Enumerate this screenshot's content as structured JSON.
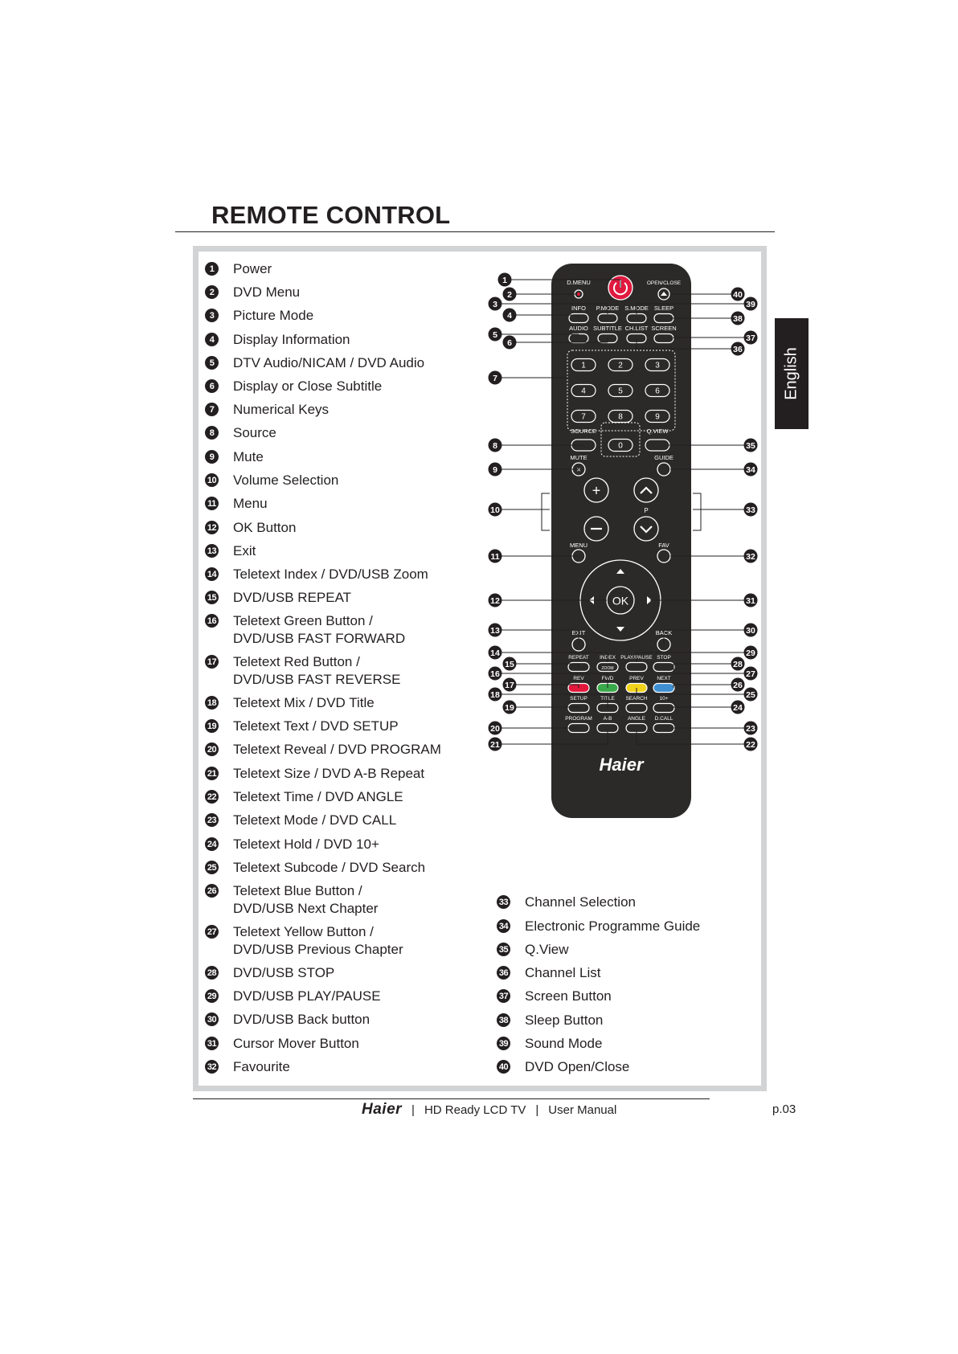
{
  "section_title": "REMOTE CONTROL",
  "language_tab": "English",
  "items_left": [
    {
      "n": "1",
      "lines": [
        "Power"
      ]
    },
    {
      "n": "2",
      "lines": [
        "DVD Menu"
      ]
    },
    {
      "n": "3",
      "lines": [
        "Picture Mode"
      ]
    },
    {
      "n": "4",
      "lines": [
        "Display Information"
      ]
    },
    {
      "n": "5",
      "lines": [
        "DTV Audio/NICAM / DVD Audio"
      ]
    },
    {
      "n": "6",
      "lines": [
        "Display or Close Subtitle"
      ]
    },
    {
      "n": "7",
      "lines": [
        "Numerical Keys"
      ]
    },
    {
      "n": "8",
      "lines": [
        "Source"
      ]
    },
    {
      "n": "9",
      "lines": [
        "Mute"
      ]
    },
    {
      "n": "10",
      "lines": [
        "Volume Selection"
      ]
    },
    {
      "n": "11",
      "lines": [
        "Menu"
      ]
    },
    {
      "n": "12",
      "lines": [
        "OK Button"
      ]
    },
    {
      "n": "13",
      "lines": [
        "Exit"
      ]
    },
    {
      "n": "14",
      "lines": [
        "Teletext Index / DVD/USB Zoom"
      ]
    },
    {
      "n": "15",
      "lines": [
        "DVD/USB REPEAT"
      ]
    },
    {
      "n": "16",
      "lines": [
        "Teletext Green Button /",
        "DVD/USB FAST FORWARD"
      ]
    },
    {
      "n": "17",
      "lines": [
        "Teletext Red Button /",
        "DVD/USB FAST REVERSE"
      ]
    },
    {
      "n": "18",
      "lines": [
        "Teletext Mix / DVD Title"
      ]
    },
    {
      "n": "19",
      "lines": [
        "Teletext Text / DVD SETUP"
      ]
    },
    {
      "n": "20",
      "lines": [
        "Teletext Reveal / DVD PROGRAM"
      ]
    },
    {
      "n": "21",
      "lines": [
        "Teletext Size / DVD A-B Repeat"
      ]
    },
    {
      "n": "22",
      "lines": [
        "Teletext Time / DVD ANGLE"
      ]
    },
    {
      "n": "23",
      "lines": [
        "Teletext Mode / DVD CALL"
      ]
    },
    {
      "n": "24",
      "lines": [
        "Teletext Hold / DVD 10+"
      ]
    },
    {
      "n": "25",
      "lines": [
        "Teletext Subcode / DVD Search"
      ]
    },
    {
      "n": "26",
      "lines": [
        "Teletext Blue Button /",
        "DVD/USB Next Chapter"
      ]
    },
    {
      "n": "27",
      "lines": [
        "Teletext Yellow Button /",
        "DVD/USB Previous Chapter"
      ]
    },
    {
      "n": "28",
      "lines": [
        "DVD/USB STOP"
      ]
    },
    {
      "n": "29",
      "lines": [
        "DVD/USB PLAY/PAUSE"
      ]
    },
    {
      "n": "30",
      "lines": [
        "DVD/USB Back button"
      ]
    },
    {
      "n": "31",
      "lines": [
        "Cursor Mover Button"
      ]
    },
    {
      "n": "32",
      "lines": [
        "Favourite"
      ]
    }
  ],
  "items_right": [
    {
      "n": "33",
      "lines": [
        "Channel Selection"
      ]
    },
    {
      "n": "34",
      "lines": [
        "Electronic Programme Guide"
      ]
    },
    {
      "n": "35",
      "lines": [
        "Q.View"
      ]
    },
    {
      "n": "36",
      "lines": [
        "Channel List"
      ]
    },
    {
      "n": "37",
      "lines": [
        "Screen Button"
      ]
    },
    {
      "n": "38",
      "lines": [
        "Sleep Button"
      ]
    },
    {
      "n": "39",
      "lines": [
        "Sound Mode"
      ]
    },
    {
      "n": "40",
      "lines": [
        "DVD Open/Close"
      ]
    }
  ],
  "remote": {
    "brand": "Haier",
    "labels": {
      "dmenu": "D.MENU",
      "openclose": "OPEN/CLOSE",
      "info": "INFO",
      "pmode": "P.MODE",
      "smode": "S.MODE",
      "sleep": "SLEEP",
      "audio": "AUDIO",
      "subtitle": "SUBTITLE",
      "chlist": "CH.LIST",
      "screen": "SCREEN",
      "source": "SOURCE",
      "qview": "Q.VIEW",
      "mute": "MUTE",
      "guide": "GUIDE",
      "menu": "MENU",
      "fav": "FAV",
      "p": "P",
      "ok": "OK",
      "exit": "EXIT",
      "back": "BACK",
      "repeat": "REPEAT",
      "index": "INDEX",
      "zoom": "ZOOM",
      "playpause": "PLAY/PAUSE",
      "stop": "STOP",
      "rev": "REV",
      "fwd": "FWD",
      "prev": "PREV",
      "next": "NEXT",
      "setup": "SETUP",
      "title": "TITLE",
      "search": "SEARCH",
      "tenplus": "10+",
      "program": "PROGRAM",
      "ab": "A-B",
      "angle": "ANGLE",
      "dcall": "D.CALL"
    },
    "digits": [
      "1",
      "2",
      "3",
      "4",
      "5",
      "6",
      "7",
      "8",
      "9",
      "0"
    ],
    "colors": {
      "body": "#2b2a29",
      "power": "#e0193f",
      "red": "#e2173a",
      "green": "#3aa94a",
      "yellow": "#f1d21a",
      "blue": "#3d8fd1"
    }
  },
  "footer": {
    "brand": "Haier",
    "sep": "|",
    "product": "HD Ready LCD TV",
    "manual": "User Manual"
  },
  "page_number": "p.03"
}
